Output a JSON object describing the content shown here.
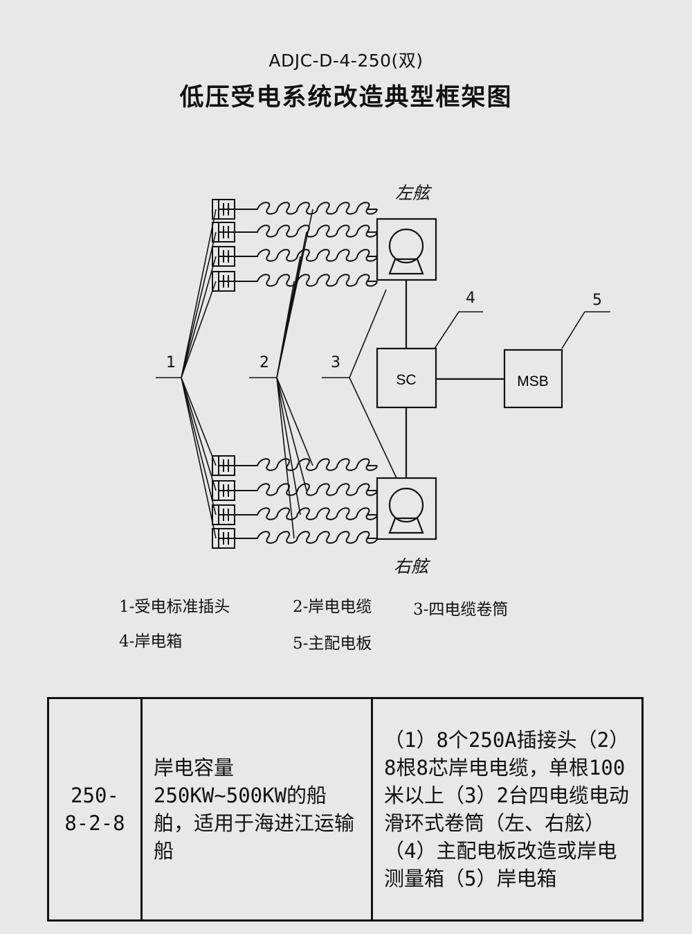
{
  "header": {
    "code": "ADJC-D-4-250(双)",
    "title": "低压受电系统改造典型框架图"
  },
  "diagram": {
    "labels": {
      "port": "左舷",
      "starboard": "右舷",
      "sc": "SC",
      "msb": "MSB",
      "n1": "1",
      "n2": "2",
      "n3": "3",
      "n4": "4",
      "n5": "5"
    }
  },
  "legend": [
    "1-受电标准插头",
    "2-岸电电缆",
    "3-四电缆卷筒",
    "4-岸电箱",
    "5-主配电板"
  ],
  "spec_table": {
    "model": "250-\n8-2-8",
    "application": "岸电容量250KW~500KW的船舶，适用于海进江运输船",
    "configuration": "（1）8个250A插接头（2）8根8芯岸电电缆，单根100米以上（3）2台四电缆电动滑环式卷筒（左、右舷）（4）主配电板改造或岸电测量箱（5）岸电箱"
  }
}
